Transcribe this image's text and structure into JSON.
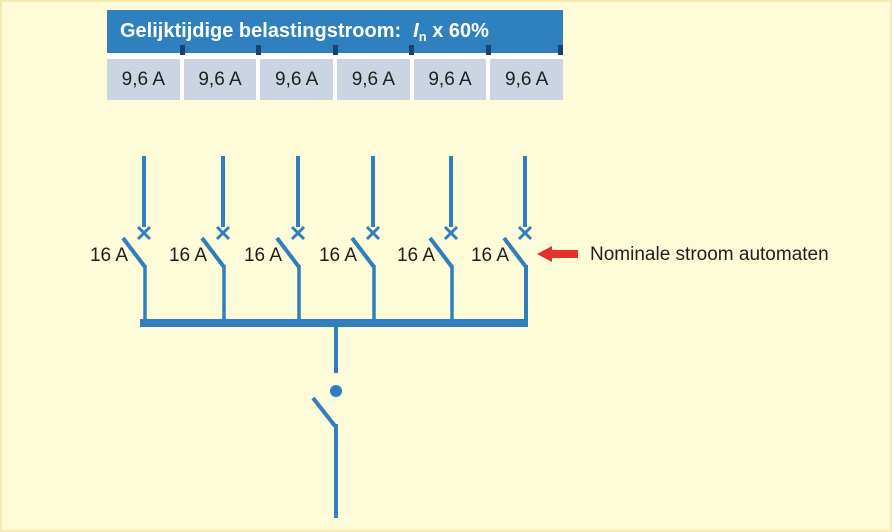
{
  "page": {
    "background_color": "#FEFBD8"
  },
  "header": {
    "title_prefix": "Gelijktijdige belastingstroom:",
    "title_symbol": "I",
    "title_subscript": "n",
    "title_suffix": "x 60%",
    "background_color": "#2E80BF",
    "text_color": "#FFFFFF",
    "tick_color": "#17426B"
  },
  "load_row": {
    "cell_background_color": "#CBD4E2",
    "cells": [
      {
        "value": "9,6 A"
      },
      {
        "value": "9,6 A"
      },
      {
        "value": "9,6 A"
      },
      {
        "value": "9,6 A"
      },
      {
        "value": "9,6 A"
      },
      {
        "value": "9,6 A"
      }
    ]
  },
  "diagram": {
    "line_color": "#2F7EBE",
    "breakers": [
      {
        "label": "16 A"
      },
      {
        "label": "16 A"
      },
      {
        "label": "16 A"
      },
      {
        "label": "16 A"
      },
      {
        "label": "16 A"
      },
      {
        "label": "16 A"
      }
    ]
  },
  "annotation": {
    "arrow_color": "#E3312B",
    "label": "Nominale stroom automaten"
  }
}
